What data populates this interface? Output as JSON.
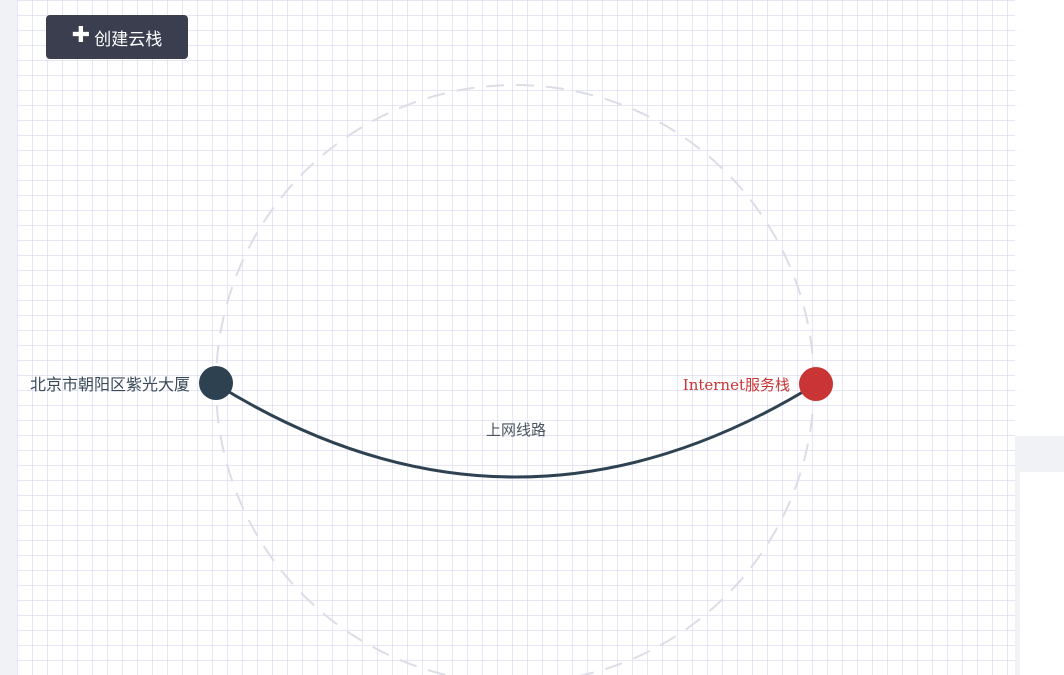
{
  "toolbar": {
    "create_label": "创建云栈",
    "create_icon": "plus-icon"
  },
  "diagram": {
    "nodes": [
      {
        "id": "beijing",
        "label": "北京市朝阳区紫光大厦",
        "color": "#2d4151",
        "label_color": "#3a4a5a"
      },
      {
        "id": "internet",
        "label": "Internet服务栈",
        "color": "#c93535",
        "label_color": "#c93535"
      }
    ],
    "edges": [
      {
        "from": "beijing",
        "to": "internet",
        "label": "上网线路",
        "color": "#2f4252"
      }
    ],
    "guide_circle_color": "#dcdde6"
  }
}
